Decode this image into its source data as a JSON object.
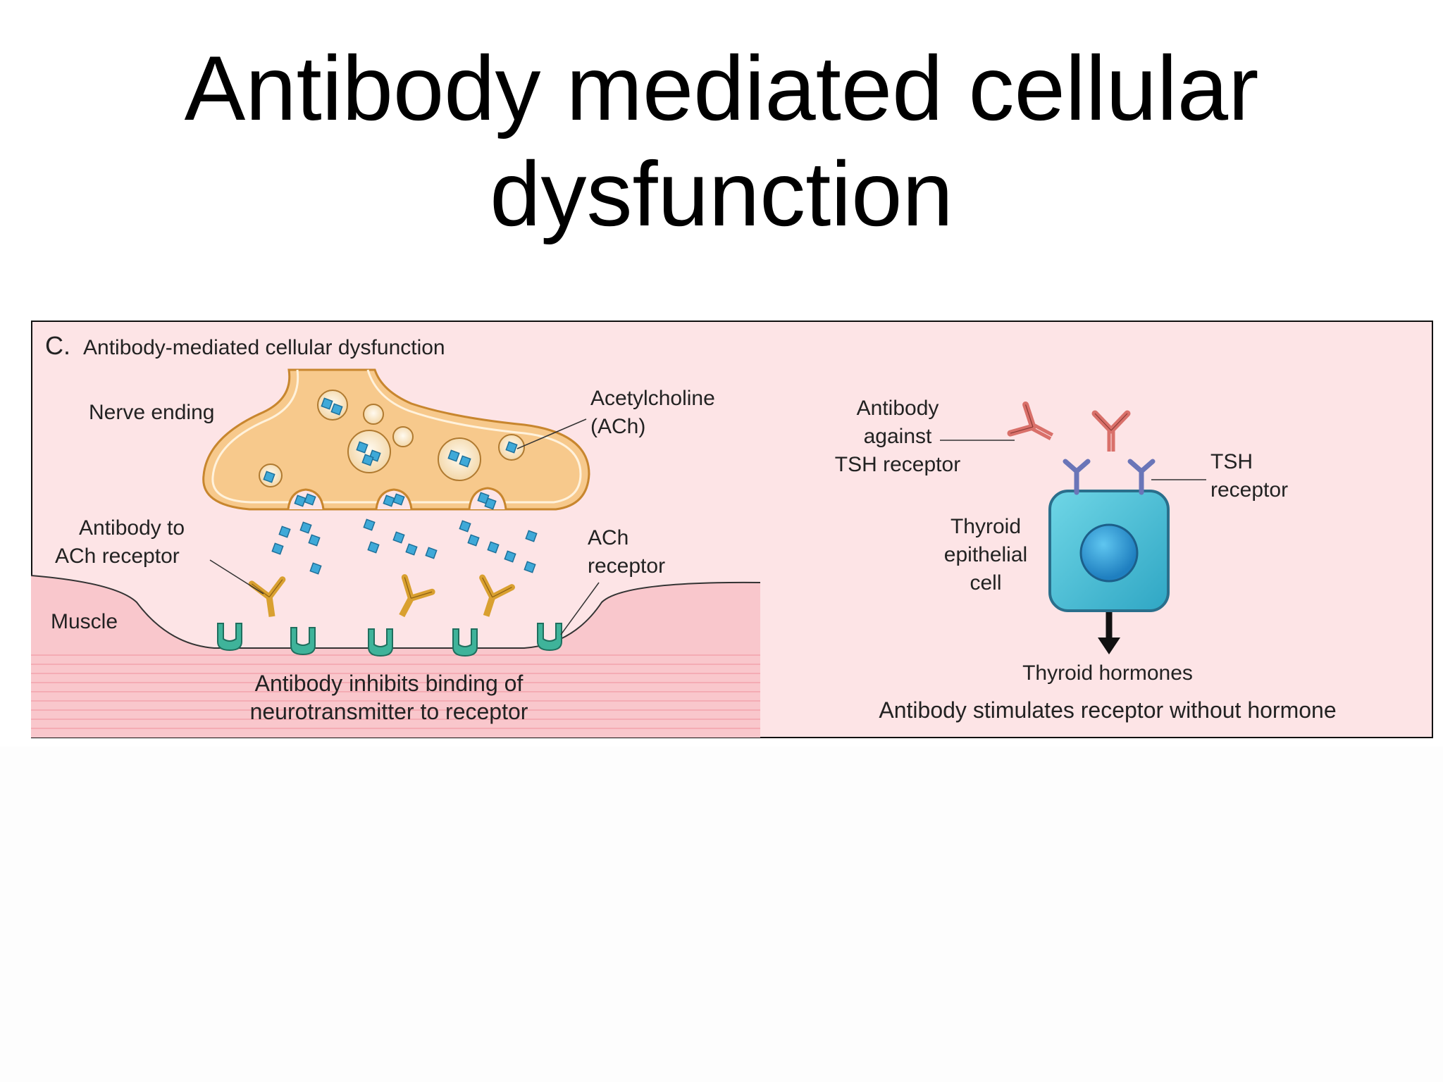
{
  "slide": {
    "title_line1": "Antibody mediated cellular",
    "title_line2": "dysfunction"
  },
  "figure": {
    "panel_letter": "C.",
    "panel_heading": "Antibody-mediated cellular dysfunction",
    "left": {
      "nerve_ending": "Nerve ending",
      "ach_line1": "Acetylcholine",
      "ach_line2": "(ACh)",
      "antibody_line1": "Antibody to",
      "antibody_line2": "ACh receptor",
      "ach_receptor_line1": "ACh",
      "ach_receptor_line2": "receptor",
      "muscle": "Muscle",
      "caption_line1": "Antibody inhibits binding of",
      "caption_line2": "neurotransmitter to receptor"
    },
    "right": {
      "antibody_line1": "Antibody",
      "antibody_line2": "against",
      "antibody_line3": "TSH receptor",
      "tsh_line1": "TSH",
      "tsh_line2": "receptor",
      "cell_line1": "Thyroid",
      "cell_line2": "epithelial",
      "cell_line3": "cell",
      "hormones": "Thyroid hormones",
      "caption": "Antibody stimulates receptor without hormone"
    },
    "colors": {
      "panel_bg": "#fde4e6",
      "nerve_fill": "#f7c98c",
      "nerve_stroke": "#c8862e",
      "muscle_fill": "#f9c7cc",
      "ach": "#3fa9d8",
      "ach_receptor": "#3fb39a",
      "antibody_gold": "#d9a030",
      "antibody_red": "#d9706a",
      "tsh_receptor": "#6a75b8",
      "cell_fill": "#3dbcd4",
      "nucleus": "#2a8fce"
    }
  }
}
